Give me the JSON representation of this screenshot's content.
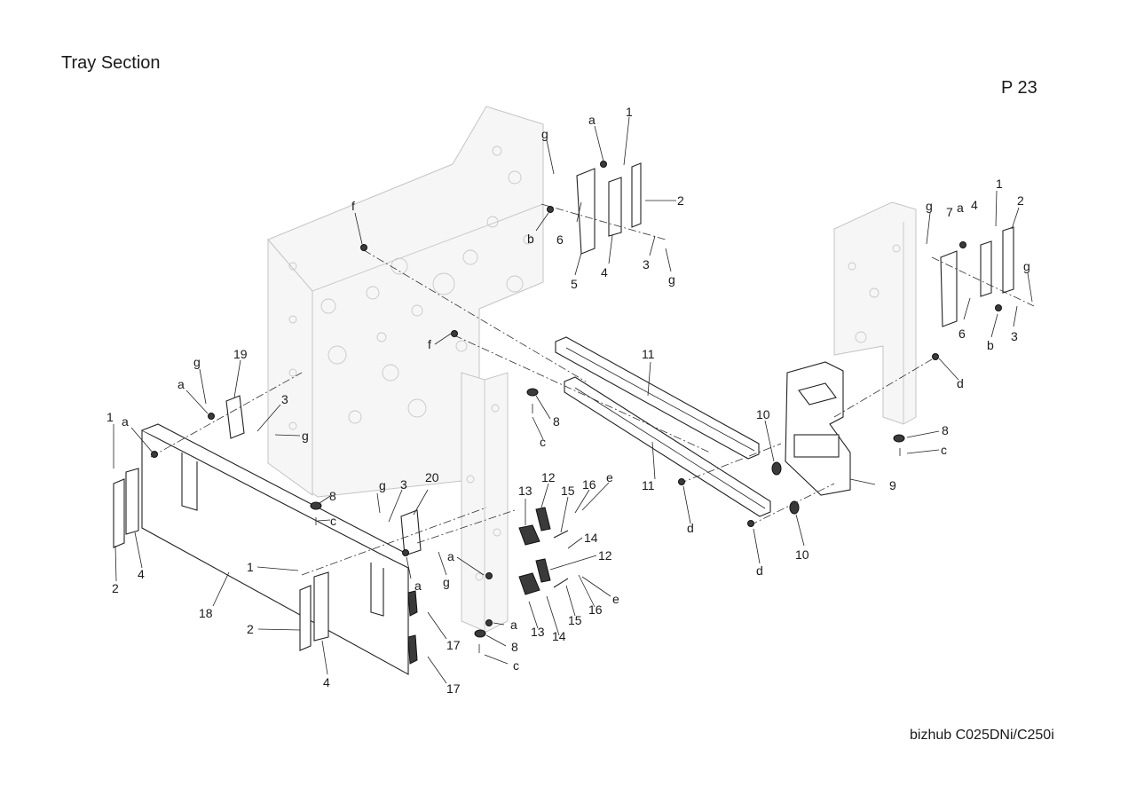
{
  "header": {
    "title": "Tray Section",
    "page": "P 23"
  },
  "footer": {
    "model": "bizhub C025DNi/C250i"
  },
  "diagram": {
    "callouts": {
      "c01": "a",
      "c02": "1",
      "c03": "g",
      "c04": "2",
      "c05": "f",
      "c06": "b",
      "c07": "6",
      "c08": "5",
      "c09": "4",
      "c10": "3",
      "c11": "g",
      "c12": "g",
      "c13": "7",
      "c14": "a",
      "c15": "4",
      "c16": "1",
      "c17": "2",
      "c18": "g",
      "c19": "6",
      "c20": "b",
      "c21": "3",
      "c22": "f",
      "c23": "11",
      "c24": "d",
      "c25": "8",
      "c26": "c",
      "c27": "10",
      "c28": "9",
      "c29": "11",
      "c30": "8",
      "c31": "c",
      "c32": "d",
      "c33": "d",
      "c34": "10",
      "c35": "g",
      "c36": "19",
      "c37": "a",
      "c38": "3",
      "c39": "g",
      "c40": "1",
      "c41": "a",
      "c42": "8",
      "c43": "c",
      "c44": "g",
      "c45": "3",
      "c46": "20",
      "c47": "2",
      "c48": "4",
      "c49": "1",
      "c50": "a",
      "c51": "g",
      "c52": "18",
      "c53": "2",
      "c54": "4",
      "c55": "17",
      "c56": "17",
      "c57": "13",
      "c58": "12",
      "c59": "15",
      "c60": "16",
      "c61": "e",
      "c62": "14",
      "c63": "a",
      "c64": "12",
      "c65": "e",
      "c66": "13",
      "c67": "14",
      "c68": "15",
      "c69": "16",
      "c70": "a",
      "c71": "8",
      "c72": "c"
    }
  }
}
